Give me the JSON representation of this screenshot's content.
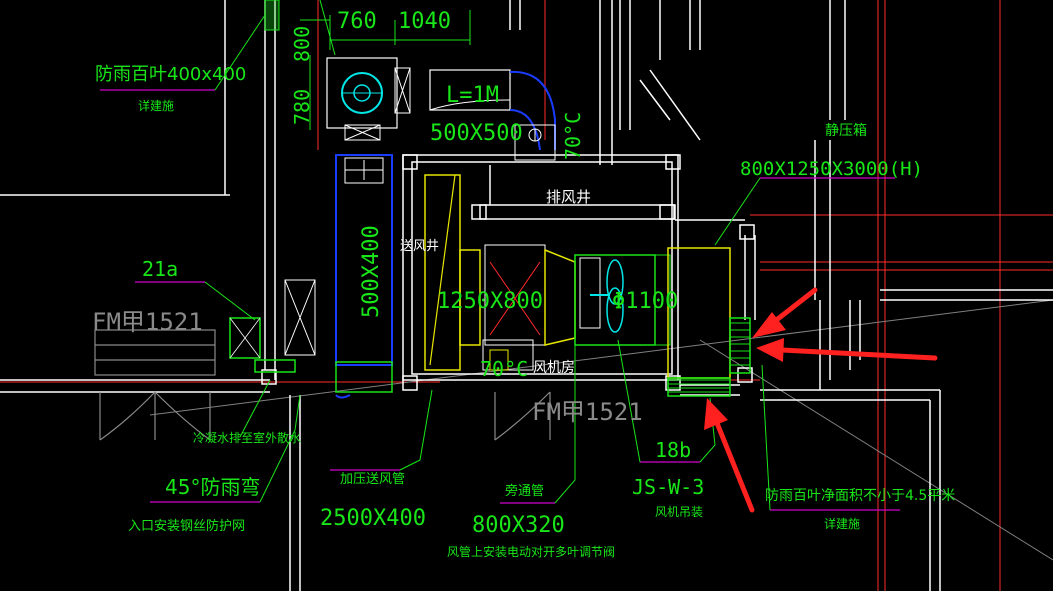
{
  "canvas": {
    "background": "#000000"
  },
  "colors": {
    "wall": "#ffffff",
    "grid_red": "#ff2a2a",
    "duct_blue": "#1a3cff",
    "text_green": "#19e619",
    "equip_yellow": "#e6e600",
    "gray": "#808080",
    "cyan": "#00e6e6",
    "magenta": "#d000d0",
    "arrow_red": "#ff2020"
  },
  "labels": {
    "dim_760": "760",
    "dim_1040": "1040",
    "dim_800": "800",
    "dim_780": "780",
    "louver_size": "防雨百叶400x400",
    "see_arch_1": "详建施",
    "duct_l1m": "L=1M",
    "duct_500x500": "500X500",
    "fire_damper_temp": "70°C",
    "static_box_label": "静压箱",
    "static_box_size": "800X1250X3000(H)",
    "exhaust_shaft": "排风井",
    "supply_shaft": "送风井",
    "duct_500x400": "500X400",
    "tag_21a": "21a",
    "door_fm1": "FM甲1521",
    "duct_1250x800": "1250X800",
    "fan_phi": "Φ1100",
    "damper_70c": "70°C",
    "fan_room": "风机房",
    "door_fm2": "FM甲1521",
    "tag_18b": "18b",
    "condensate_note": "冷凝水排至室外散水",
    "rain_elbow": "45°防雨弯",
    "mesh_note": "入口安装钢丝防护网",
    "pressurize_duct": "加压送风管",
    "pressurize_size": "2500X400",
    "bypass_duct": "旁通管",
    "bypass_size": "800X320",
    "valve_note": "风管上安装电动对开多叶调节阀",
    "equip_code": "JS-W-3",
    "fan_hanger": "风机吊装",
    "louver_area_note": "防雨百叶净面积不小于4.5平米",
    "see_arch_2": "详建施"
  }
}
